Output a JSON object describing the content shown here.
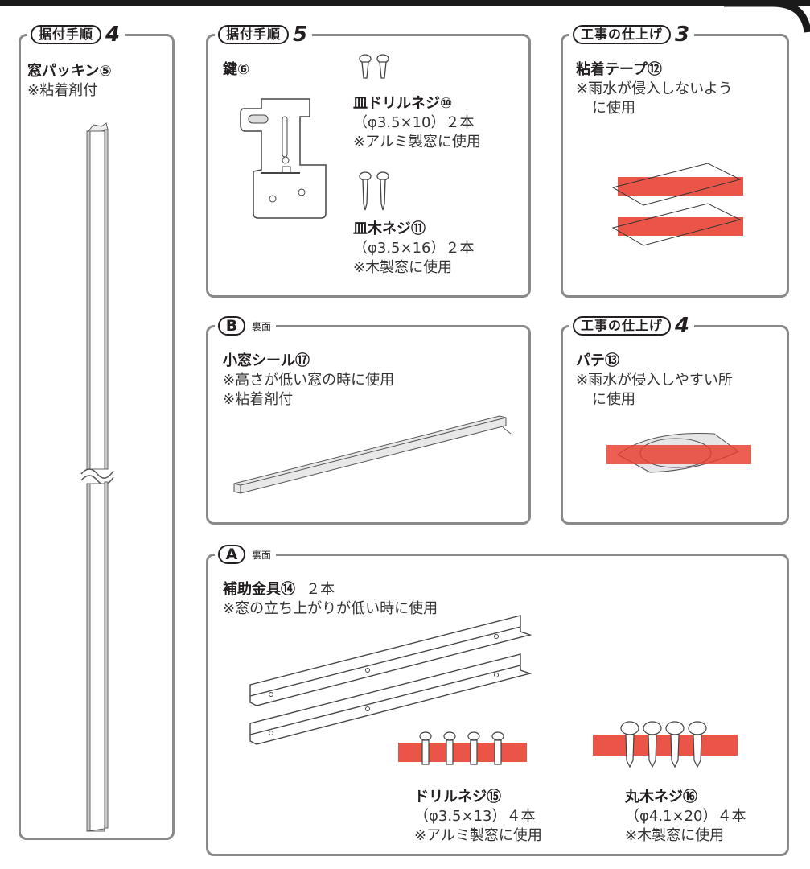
{
  "header": {
    "bar_color": "#1a1a1a"
  },
  "colors": {
    "panel_border": "#8a8a8a",
    "highlight_red": "#e83728",
    "text": "#231f20"
  },
  "panels": {
    "install4": {
      "pill": "据付手順",
      "step": "4",
      "title": "窓パッキン⑤",
      "notes": [
        "※粘着剤付"
      ]
    },
    "install5": {
      "pill": "据付手順",
      "step": "5",
      "key_title": "鍵⑥",
      "drill_screw": {
        "title": "皿ドリルネジ⑩",
        "spec": "（φ3.5×10）２本",
        "note": "※アルミ製窓に使用"
      },
      "wood_screw": {
        "title": "皿木ネジ⑪",
        "spec": "（φ3.5×16）２本",
        "note": "※木製窓に使用"
      }
    },
    "finish3": {
      "pill": "工事の仕上げ",
      "step": "3",
      "title": "粘着テープ⑫",
      "notes": [
        "※雨水が侵入しないよう",
        "に使用"
      ]
    },
    "back_b": {
      "letter": "B",
      "side": "裏面",
      "title": "小窓シール⑰",
      "notes": [
        "※高さが低い窓の時に使用",
        "※粘着剤付"
      ]
    },
    "finish4": {
      "pill": "工事の仕上げ",
      "step": "4",
      "title": "パテ⑬",
      "notes": [
        "※雨水が侵入しやすい所",
        "に使用"
      ]
    },
    "back_a": {
      "letter": "A",
      "side": "裏面",
      "title": "補助金具⑭",
      "count": "２本",
      "note": "※窓の立ち上がりが低い時に使用",
      "drill_screw": {
        "title": "ドリルネジ⑮",
        "spec": "（φ3.5×13）４本",
        "note": "※アルミ製窓に使用"
      },
      "round_wood_screw": {
        "title": "丸木ネジ⑯",
        "spec": "（φ4.1×20）４本",
        "note": "※木製窓に使用"
      }
    }
  }
}
